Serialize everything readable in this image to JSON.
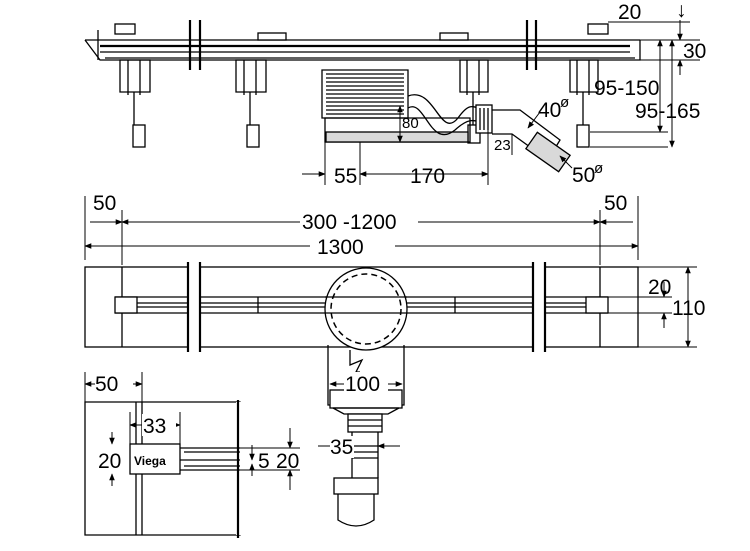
{
  "side_view": {
    "labels": {
      "grate_thickness": "20",
      "channel_height": "30",
      "foot_range_a": "95-150",
      "foot_range_b": "95-165",
      "outlet_height": "80",
      "elbow_dia": "40",
      "elbow_dia_mark": "ø",
      "pipe_dia": "50",
      "pipe_dia_mark": "ø",
      "outlet_offset": "23",
      "left_offset": "55",
      "outlet_length": "170"
    }
  },
  "top_view": {
    "labels": {
      "end_left": "50",
      "end_right": "50",
      "length_range": "300 -1200",
      "total_length": "1300",
      "slot_width": "20",
      "body_width": "110",
      "outlet_width": "100",
      "pipe_width": "35"
    }
  },
  "detail_view": {
    "labels": {
      "end_length": "50",
      "logo_width": "33",
      "logo_height": "20",
      "slot_gap": "5",
      "slot_width": "20",
      "logo_text": "Viega"
    }
  }
}
